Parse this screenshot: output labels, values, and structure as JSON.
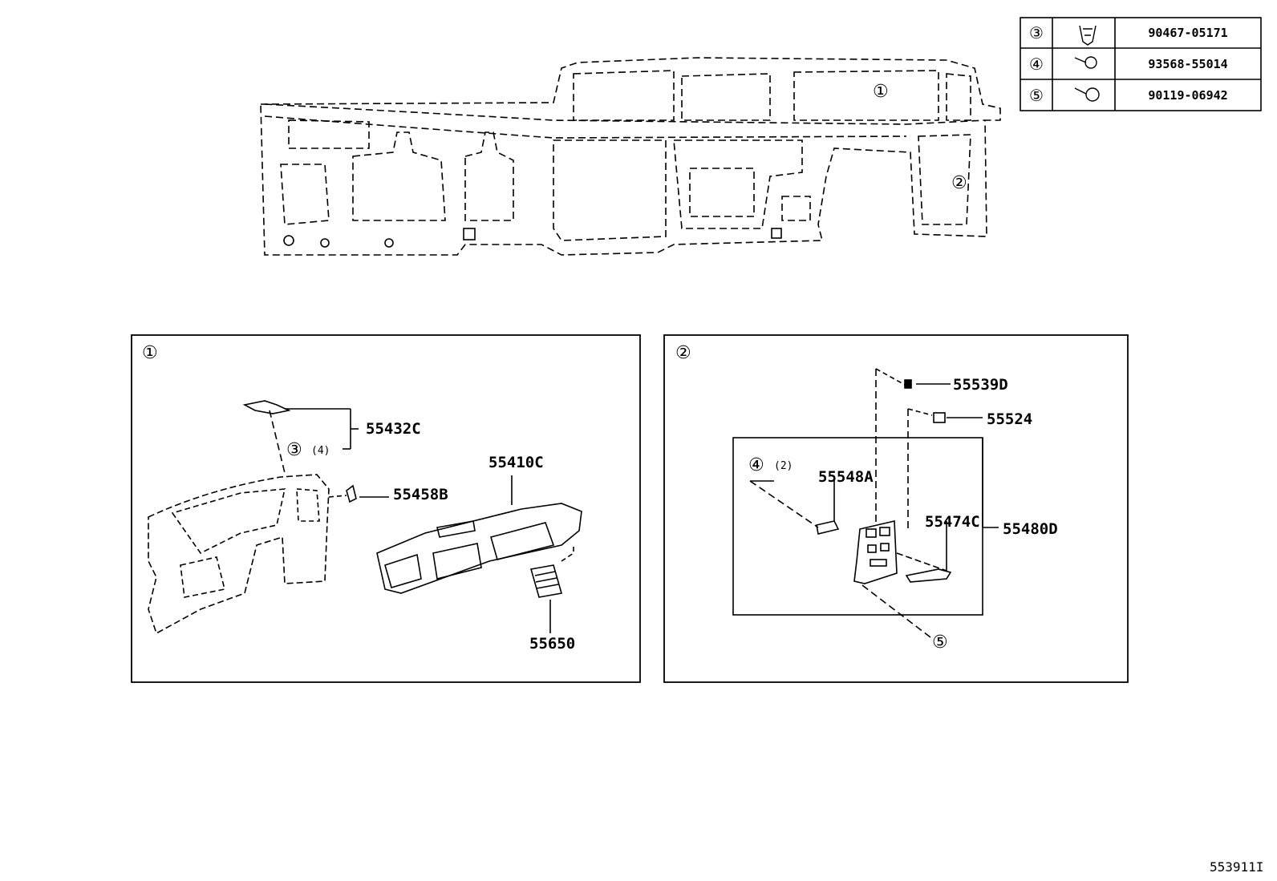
{
  "fastener_table": [
    {
      "ref": "③",
      "icon": "clip-icon",
      "part": "90467-05171"
    },
    {
      "ref": "④",
      "icon": "screw-icon",
      "part": "93568-55014"
    },
    {
      "ref": "⑤",
      "icon": "bolt-icon",
      "part": "90119-06942"
    }
  ],
  "overview": {
    "callout_1": "①",
    "callout_2": "②"
  },
  "panel1": {
    "index": "①",
    "parts": {
      "p55432c": "55432C",
      "p55458b": "55458B",
      "p55410c": "55410C",
      "p55650": "55650"
    },
    "clip_ref": "③",
    "clip_qty": "(4)"
  },
  "panel2": {
    "index": "②",
    "parts": {
      "p55539d": "55539D",
      "p55524": "55524",
      "p55548a": "55548A",
      "p55474c": "55474C",
      "p55480d": "55480D"
    },
    "screw_ref": "④",
    "screw_qty": "(2)",
    "bolt_ref": "⑤"
  },
  "diagram_id": "553911I"
}
